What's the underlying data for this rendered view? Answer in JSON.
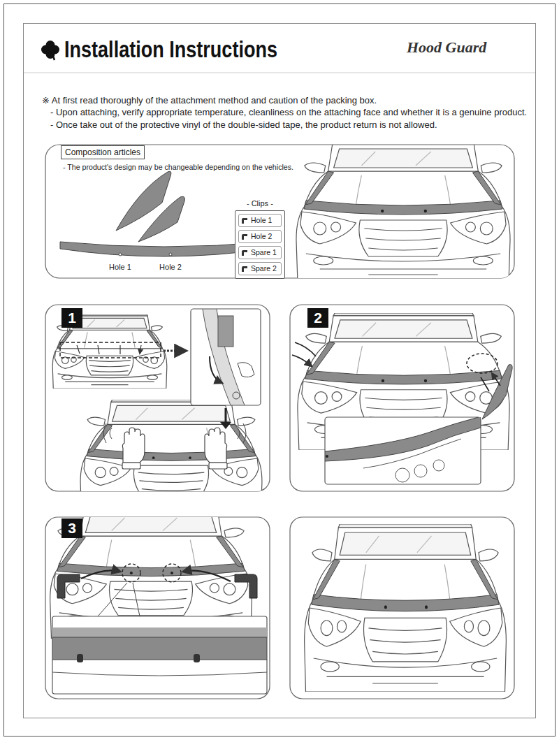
{
  "diagram": {
    "title": "Installation Instructions",
    "nodes": [
      {
        "text": [
          "Composition articles"
        ]
      },
      {
        "text": [
          "- Clips -"
        ]
      },
      {
        "text": [
          "Hole 1"
        ],
        "in": 1
      },
      {
        "text": [
          "Hole 2"
        ],
        "in": 1
      },
      {
        "text": [
          "Spare 1"
        ],
        "in": 1
      },
      {
        "text": [
          "Spare 2"
        ],
        "in": 1
      },
      {
        "text": [
          "1"
        ]
      },
      {
        "text": [
          "2"
        ]
      },
      {
        "text": [
          "3"
        ]
      }
    ],
    "labels": [
      "Hood Guard",
      "※ At first read thoroughly of the attachment method and caution of the packing box.",
      "- Upon attaching, verify appropriate temperature, cleanliness on the attaching face and whether it is a genuine product.",
      "- Once take out of the protective vinyl of the double-sided tape, the product return is not allowed.",
      "- The product's design may be changeable depending on the vehicles.",
      "Hole 1",
      "Hole 2"
    ]
  }
}
